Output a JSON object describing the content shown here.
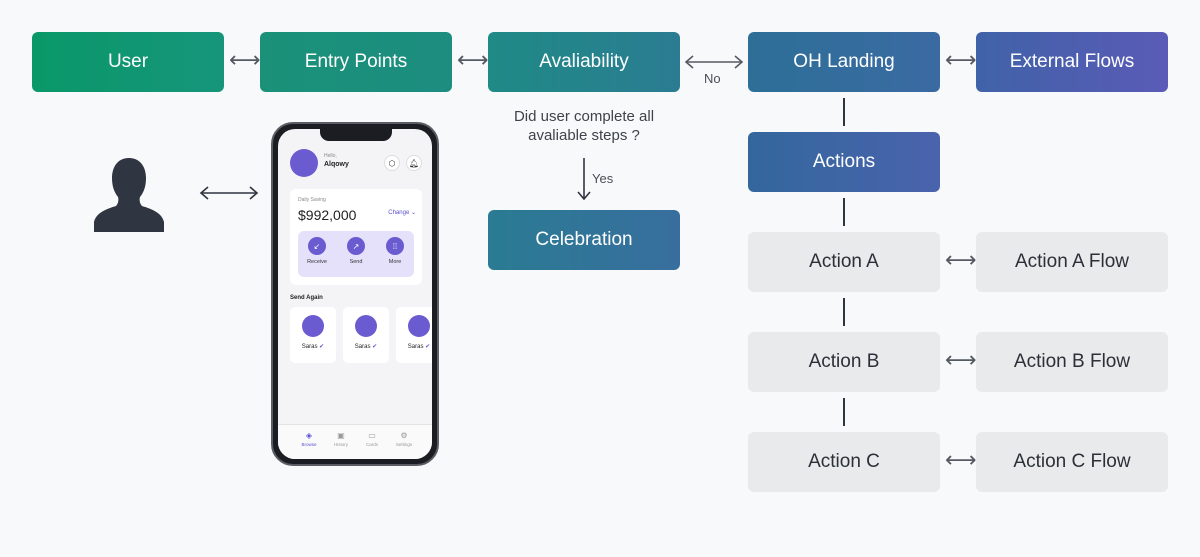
{
  "diagram": {
    "boxes": {
      "user": {
        "label": "User",
        "color_start": "#0a9868",
        "color_end": "#16957b"
      },
      "entry_points": {
        "label": "Entry Points",
        "color_start": "#1a9178",
        "color_end": "#1d8d80"
      },
      "availability": {
        "label": "Avaliability",
        "color_start": "#1f8a86",
        "color_end": "#2b7c92"
      },
      "oh_landing": {
        "label": "OH Landing",
        "color_start": "#2d6f98",
        "color_end": "#3b6aa2"
      },
      "external_flows": {
        "label": "External Flows",
        "color_start": "#4062a8",
        "color_end": "#5a5bb6"
      },
      "actions": {
        "label": "Actions",
        "color_start": "#33679c",
        "color_end": "#4a63ad"
      },
      "celebration": {
        "label": "Celebration",
        "color_start": "#2a7b93",
        "color_end": "#386e9e"
      },
      "action_a": {
        "label": "Action A"
      },
      "action_b": {
        "label": "Action B"
      },
      "action_c": {
        "label": "Action C"
      },
      "action_a_flow": {
        "label": "Action A Flow"
      },
      "action_b_flow": {
        "label": "Action B Flow"
      },
      "action_c_flow": {
        "label": "Action C Flow"
      }
    },
    "edge_labels": {
      "no": "No",
      "yes": "Yes"
    },
    "question": "Did user complete all avaliable steps ?"
  },
  "phone": {
    "greeting": "Hello,",
    "username": "Alqowy",
    "daily_label": "Daily Saving",
    "amount": "$992,000",
    "change_label": "Change",
    "actions": [
      {
        "label": "Receive",
        "icon": "receive-icon"
      },
      {
        "label": "Send",
        "icon": "send-icon"
      },
      {
        "label": "More",
        "icon": "more-icon"
      }
    ],
    "send_again_title": "Send Again",
    "contacts": [
      {
        "name": "Saras"
      },
      {
        "name": "Saras"
      },
      {
        "name": "Saras"
      }
    ],
    "tabs": [
      {
        "label": "Browse",
        "icon": "browse-icon",
        "active": true
      },
      {
        "label": "History",
        "icon": "history-icon",
        "active": false
      },
      {
        "label": "Cards",
        "icon": "cards-icon",
        "active": false
      },
      {
        "label": "Settings",
        "icon": "settings-icon",
        "active": false
      }
    ],
    "accent_color": "#6a5bd0"
  },
  "colors": {
    "background": "#f8f9fb",
    "grey_box": "#e9eaec",
    "connector": "#2f3540"
  }
}
